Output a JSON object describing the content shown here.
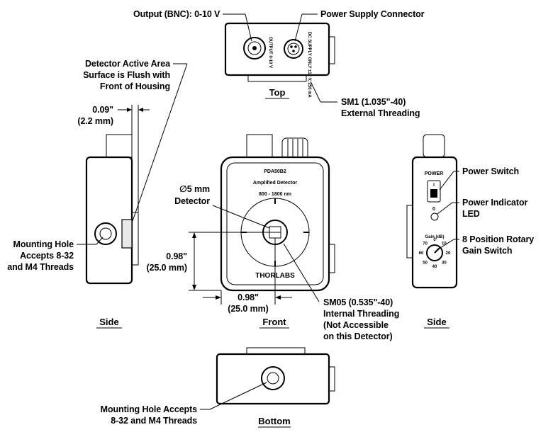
{
  "labels": {
    "output_bnc": "Output (BNC): 0-10 V",
    "power_supply_connector": "Power Supply Connector",
    "detector_active_area": [
      "Detector Active Area",
      "Surface is Flush with",
      "Front of Housing"
    ],
    "dim_009": [
      "0.09\"",
      "(2.2 mm)"
    ],
    "sm1": [
      "SM1 (1.035\"-40)",
      "External Threading"
    ],
    "detector": [
      "∅5 mm",
      "Detector"
    ],
    "mounting_hole_side": [
      "Mounting Hole",
      "Accepts 8-32",
      "and M4 Threads"
    ],
    "dim_098_vert": [
      "0.98\"",
      "(25.0 mm)"
    ],
    "dim_098_horiz": [
      "0.98\"",
      "(25.0 mm)"
    ],
    "sm05": [
      "SM05 (0.535\"-40)",
      "Internal Threading",
      "(Not Accessible",
      "on this Detector)"
    ],
    "power_switch": "Power Switch",
    "power_indicator": [
      "Power Indicator",
      "LED"
    ],
    "rotary_gain": [
      "8 Position Rotary",
      "Gain Switch"
    ],
    "mounting_hole_bottom": [
      "Mounting Hole Accepts",
      "8-32 and M4 Threads"
    ]
  },
  "views": {
    "top": "Top",
    "side_left": "Side",
    "front": "Front",
    "side_right": "Side",
    "bottom": "Bottom"
  },
  "device": {
    "model": "PDA50B2",
    "name": "Amplified Detector",
    "range": "800 - 1800 nm",
    "brand": "THORLABS",
    "power_label": "POWER",
    "switch_on": "I",
    "switch_off": "0",
    "gain_label": "Gain (dB)",
    "gain_ticks": [
      "0",
      "10",
      "20",
      "30",
      "40",
      "50",
      "60",
      "70"
    ],
    "top_output_text": "OUTPUT 0-10 V",
    "top_power_text": "DC SUPPLY ONLY ±12 V, 250 mA"
  }
}
